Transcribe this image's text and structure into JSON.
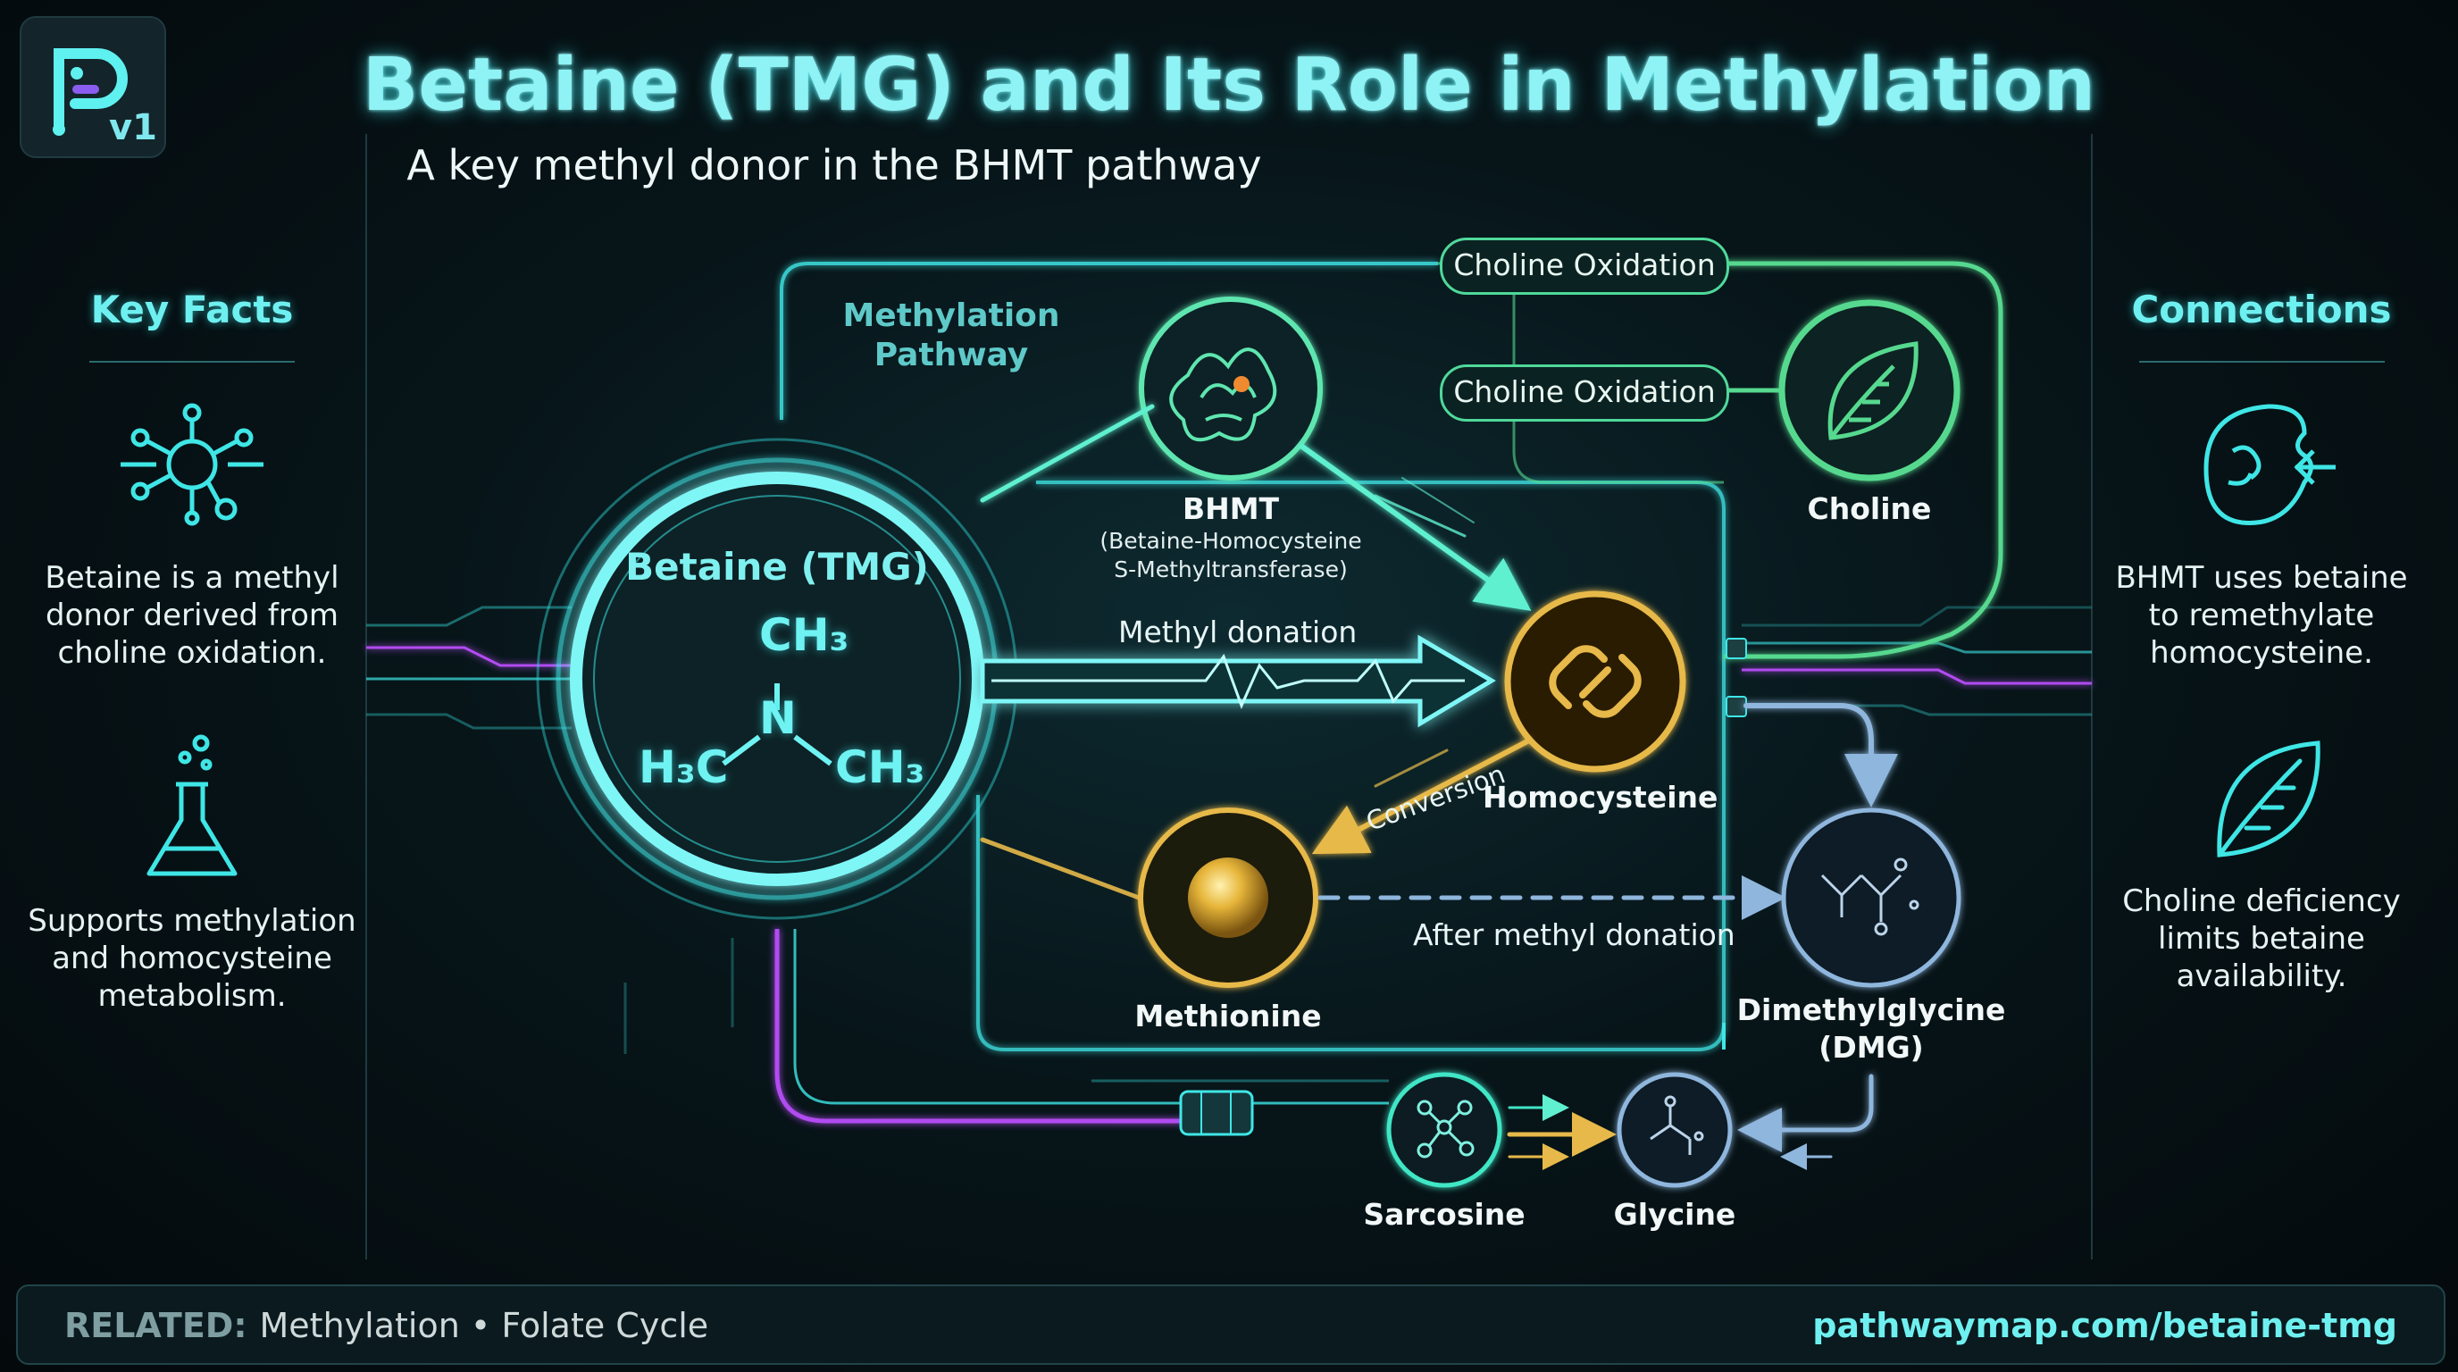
{
  "logo": {
    "version": "v1"
  },
  "title": "Betaine (TMG) and Its Role in Methylation",
  "subtitle": "A key methyl donor in the BHMT pathway",
  "left_panel": {
    "heading": "Key Facts",
    "facts": [
      {
        "icon": "molecule-network-icon",
        "text": [
          "Betaine is a methyl",
          "donor derived from",
          "choline oxidation."
        ]
      },
      {
        "icon": "flask-icon",
        "text": [
          "Supports methylation",
          "and homocysteine",
          "metabolism."
        ]
      }
    ]
  },
  "right_panel": {
    "heading": "Connections",
    "items": [
      {
        "icon": "liver-icon",
        "text": [
          "BHMT uses betaine",
          "to remethylate",
          "homocysteine."
        ]
      },
      {
        "icon": "leaf-icon",
        "text": [
          "Choline deficiency",
          "limits betaine",
          "availability."
        ]
      }
    ]
  },
  "diagram": {
    "pathway_label": [
      "Methylation",
      "Pathway"
    ],
    "betaine": {
      "label": "Betaine (TMG)",
      "ch3_top": "CH₃",
      "n": "N",
      "h3c": "H₃C",
      "ch3_right": "CH₃"
    },
    "bhmt": {
      "label": "BHMT",
      "sub": [
        "(Betaine-Homocysteine",
        "S-Methyltransferase)"
      ]
    },
    "choline": {
      "label": "Choline"
    },
    "homocysteine": {
      "label": "Homocysteine"
    },
    "methionine": {
      "label": "Methionine"
    },
    "dmg": {
      "label": [
        "Dimethylglycine",
        "(DMG)"
      ]
    },
    "sarcosine": {
      "label": "Sarcosine"
    },
    "glycine": {
      "label": "Glycine"
    },
    "edges": {
      "choline_oxidation_top": "Choline Oxidation",
      "choline_oxidation": "Choline Oxidation",
      "methyl_donation": "Methyl donation",
      "conversion": "Conversion",
      "after_methyl_donation": "After methyl donation"
    },
    "colors": {
      "teal": "#3fe6e6",
      "green": "#56d98f",
      "gold": "#e7b94a",
      "blue": "#8fb6dd",
      "purple": "#b14cf0"
    }
  },
  "footer": {
    "related_label": "RELATED:",
    "related_items": "Methylation • Folate Cycle",
    "url": "pathwaymap.com/betaine-tmg"
  }
}
